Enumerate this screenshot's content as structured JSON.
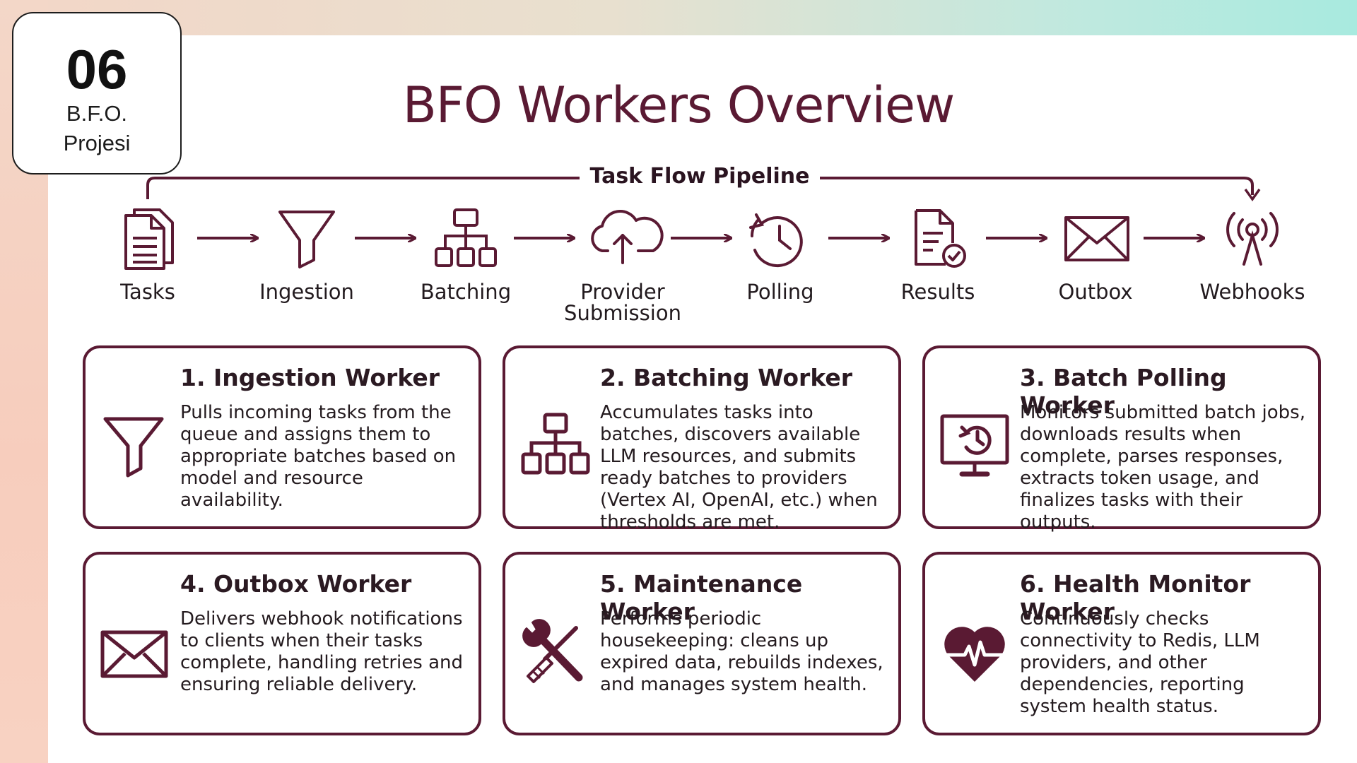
{
  "badge": {
    "number": "06",
    "line1": "B.F.O.",
    "line2": "Projesi"
  },
  "title": "BFO Workers Overview",
  "pipeline": {
    "label": "Task Flow Pipeline",
    "stages": [
      {
        "label": "Tasks",
        "icon": "documents-icon"
      },
      {
        "label": "Ingestion",
        "icon": "funnel-icon"
      },
      {
        "label": "Batching",
        "icon": "hierarchy-icon"
      },
      {
        "label": "Provider\nSubmission",
        "icon": "cloud-upload-icon"
      },
      {
        "label": "Polling",
        "icon": "clock-refresh-icon"
      },
      {
        "label": "Results",
        "icon": "document-check-icon"
      },
      {
        "label": "Outbox",
        "icon": "envelope-icon"
      },
      {
        "label": "Webhooks",
        "icon": "antenna-icon"
      }
    ]
  },
  "workers": [
    {
      "title": "1. Ingestion Worker",
      "icon": "funnel-icon",
      "description": "Pulls incoming tasks from the queue and assigns them to appropriate batches based on model and resource availability."
    },
    {
      "title": "2. Batching Worker",
      "icon": "hierarchy-icon",
      "description": "Accumulates tasks into batches, discovers available LLM resources, and submits ready batches to providers (Vertex AI, OpenAI, etc.) when thresholds are met."
    },
    {
      "title": "3. Batch Polling Worker",
      "icon": "monitor-clock-icon",
      "description": "Monitors submitted batch jobs, downloads results when complete, parses responses, extracts token usage, and finalizes tasks with their outputs."
    },
    {
      "title": "4. Outbox Worker",
      "icon": "envelope-icon",
      "description": "Delivers webhook notifications to clients when their tasks complete, handling retries and ensuring reliable delivery."
    },
    {
      "title": "5. Maintenance Worker",
      "icon": "wrench-broom-icon",
      "description": "Performs periodic housekeeping: cleans up expired data, rebuilds indexes, and manages system health."
    },
    {
      "title": "6. Health Monitor Worker",
      "icon": "heart-pulse-icon",
      "description": "Continuously checks connectivity to Redis, LLM providers, and other dependencies, reporting system health status."
    }
  ],
  "colors": {
    "accent": "#5a1a33",
    "text": "#241b1f"
  }
}
